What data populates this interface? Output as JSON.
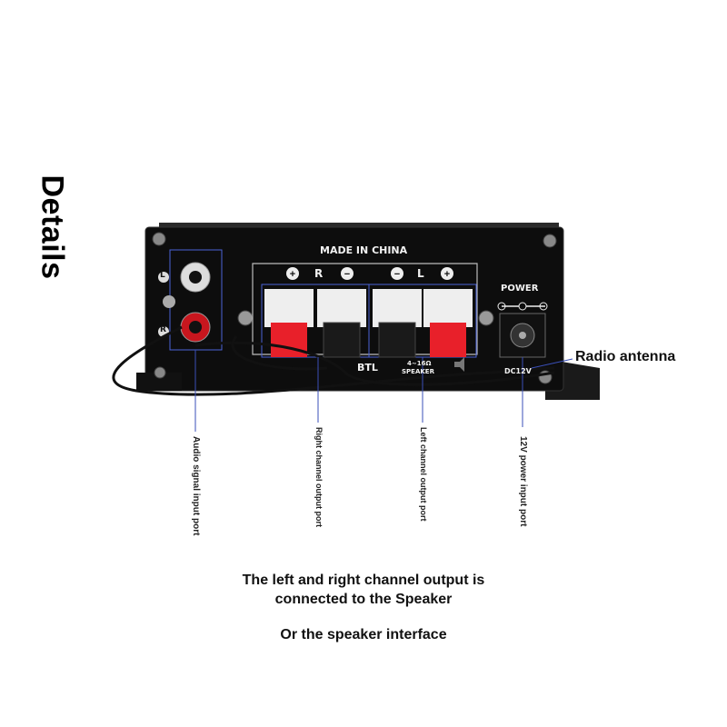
{
  "title": "Details",
  "panel": {
    "made_in": "MADE IN CHINA",
    "r_label": "R",
    "l_label": "L",
    "power": "POWER",
    "btl": "BTL",
    "impedance": "4~16Ω",
    "speaker": "SPEAKER",
    "input_l": "L",
    "input_r": "R",
    "dc": "DC12V"
  },
  "callouts": {
    "radio_antenna": "Radio antenna",
    "audio_input": "Audio signal input port",
    "right_output": "Right channel output port",
    "left_output": "Left channel output port",
    "power_input": "12V power input port"
  },
  "caption": {
    "line1": "The left and right channel output is",
    "line2": "connected to the Speaker",
    "line3": "Or the speaker interface"
  },
  "colors": {
    "panel": "#0d0d0d",
    "accent_red": "#e8202a",
    "outline_blue": "#4a63d8"
  }
}
